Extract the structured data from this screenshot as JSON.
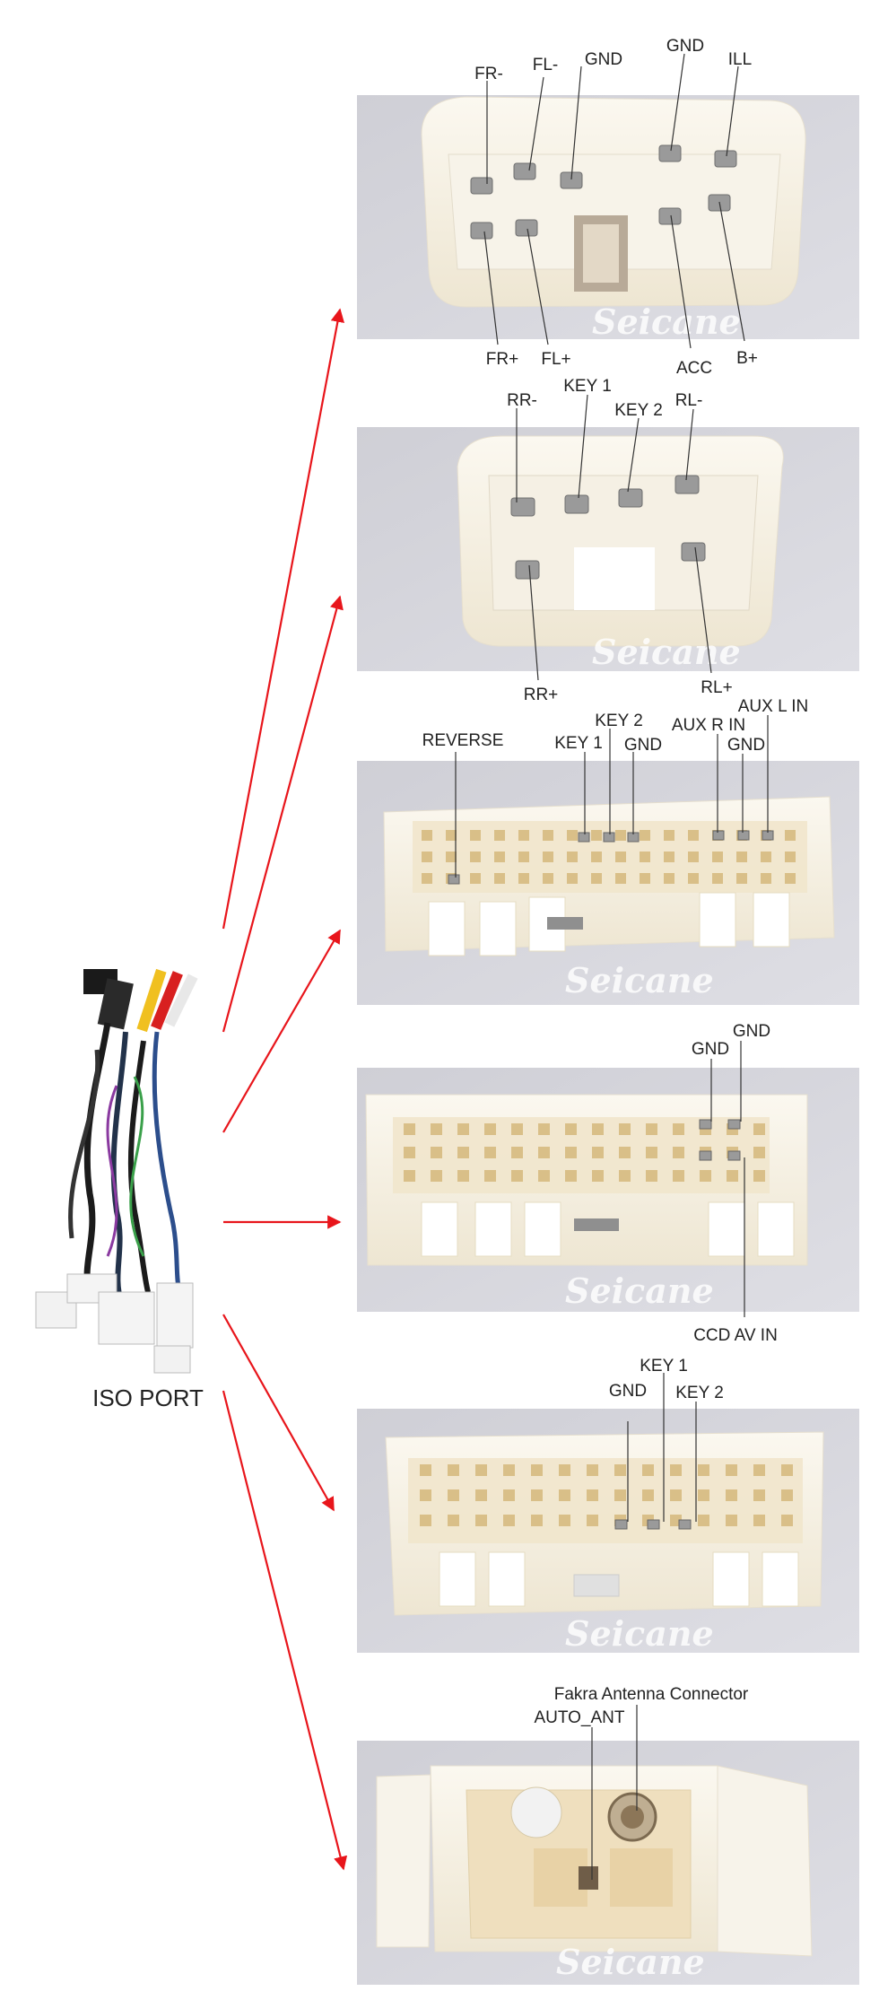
{
  "source_label": "ISO PORT",
  "watermark": "Seicane",
  "colors": {
    "arrow": "#e8151b",
    "photo_bg": "#d6d6dc",
    "plastic": "#f4efe2",
    "pin": "#9a9a9a"
  },
  "panels": [
    {
      "id": "connector-1",
      "labels": [
        "FR-",
        "FL-",
        "GND",
        "GND",
        "ILL",
        "FR+",
        "FL+",
        "ACC",
        "B+"
      ]
    },
    {
      "id": "connector-2",
      "labels": [
        "RR-",
        "KEY 1",
        "KEY 2",
        "RL-",
        "RR+",
        "RL+"
      ]
    },
    {
      "id": "connector-3",
      "labels": [
        "REVERSE",
        "KEY 1",
        "KEY 2",
        "GND",
        "AUX R IN",
        "GND",
        "AUX L IN"
      ]
    },
    {
      "id": "connector-4",
      "labels": [
        "GND",
        "GND",
        "CCD AV IN"
      ]
    },
    {
      "id": "connector-5",
      "labels": [
        "GND",
        "KEY 1",
        "KEY 2"
      ]
    },
    {
      "id": "connector-6",
      "labels": [
        "Fakra Antenna Connector",
        "AUTO_ANT"
      ]
    }
  ]
}
